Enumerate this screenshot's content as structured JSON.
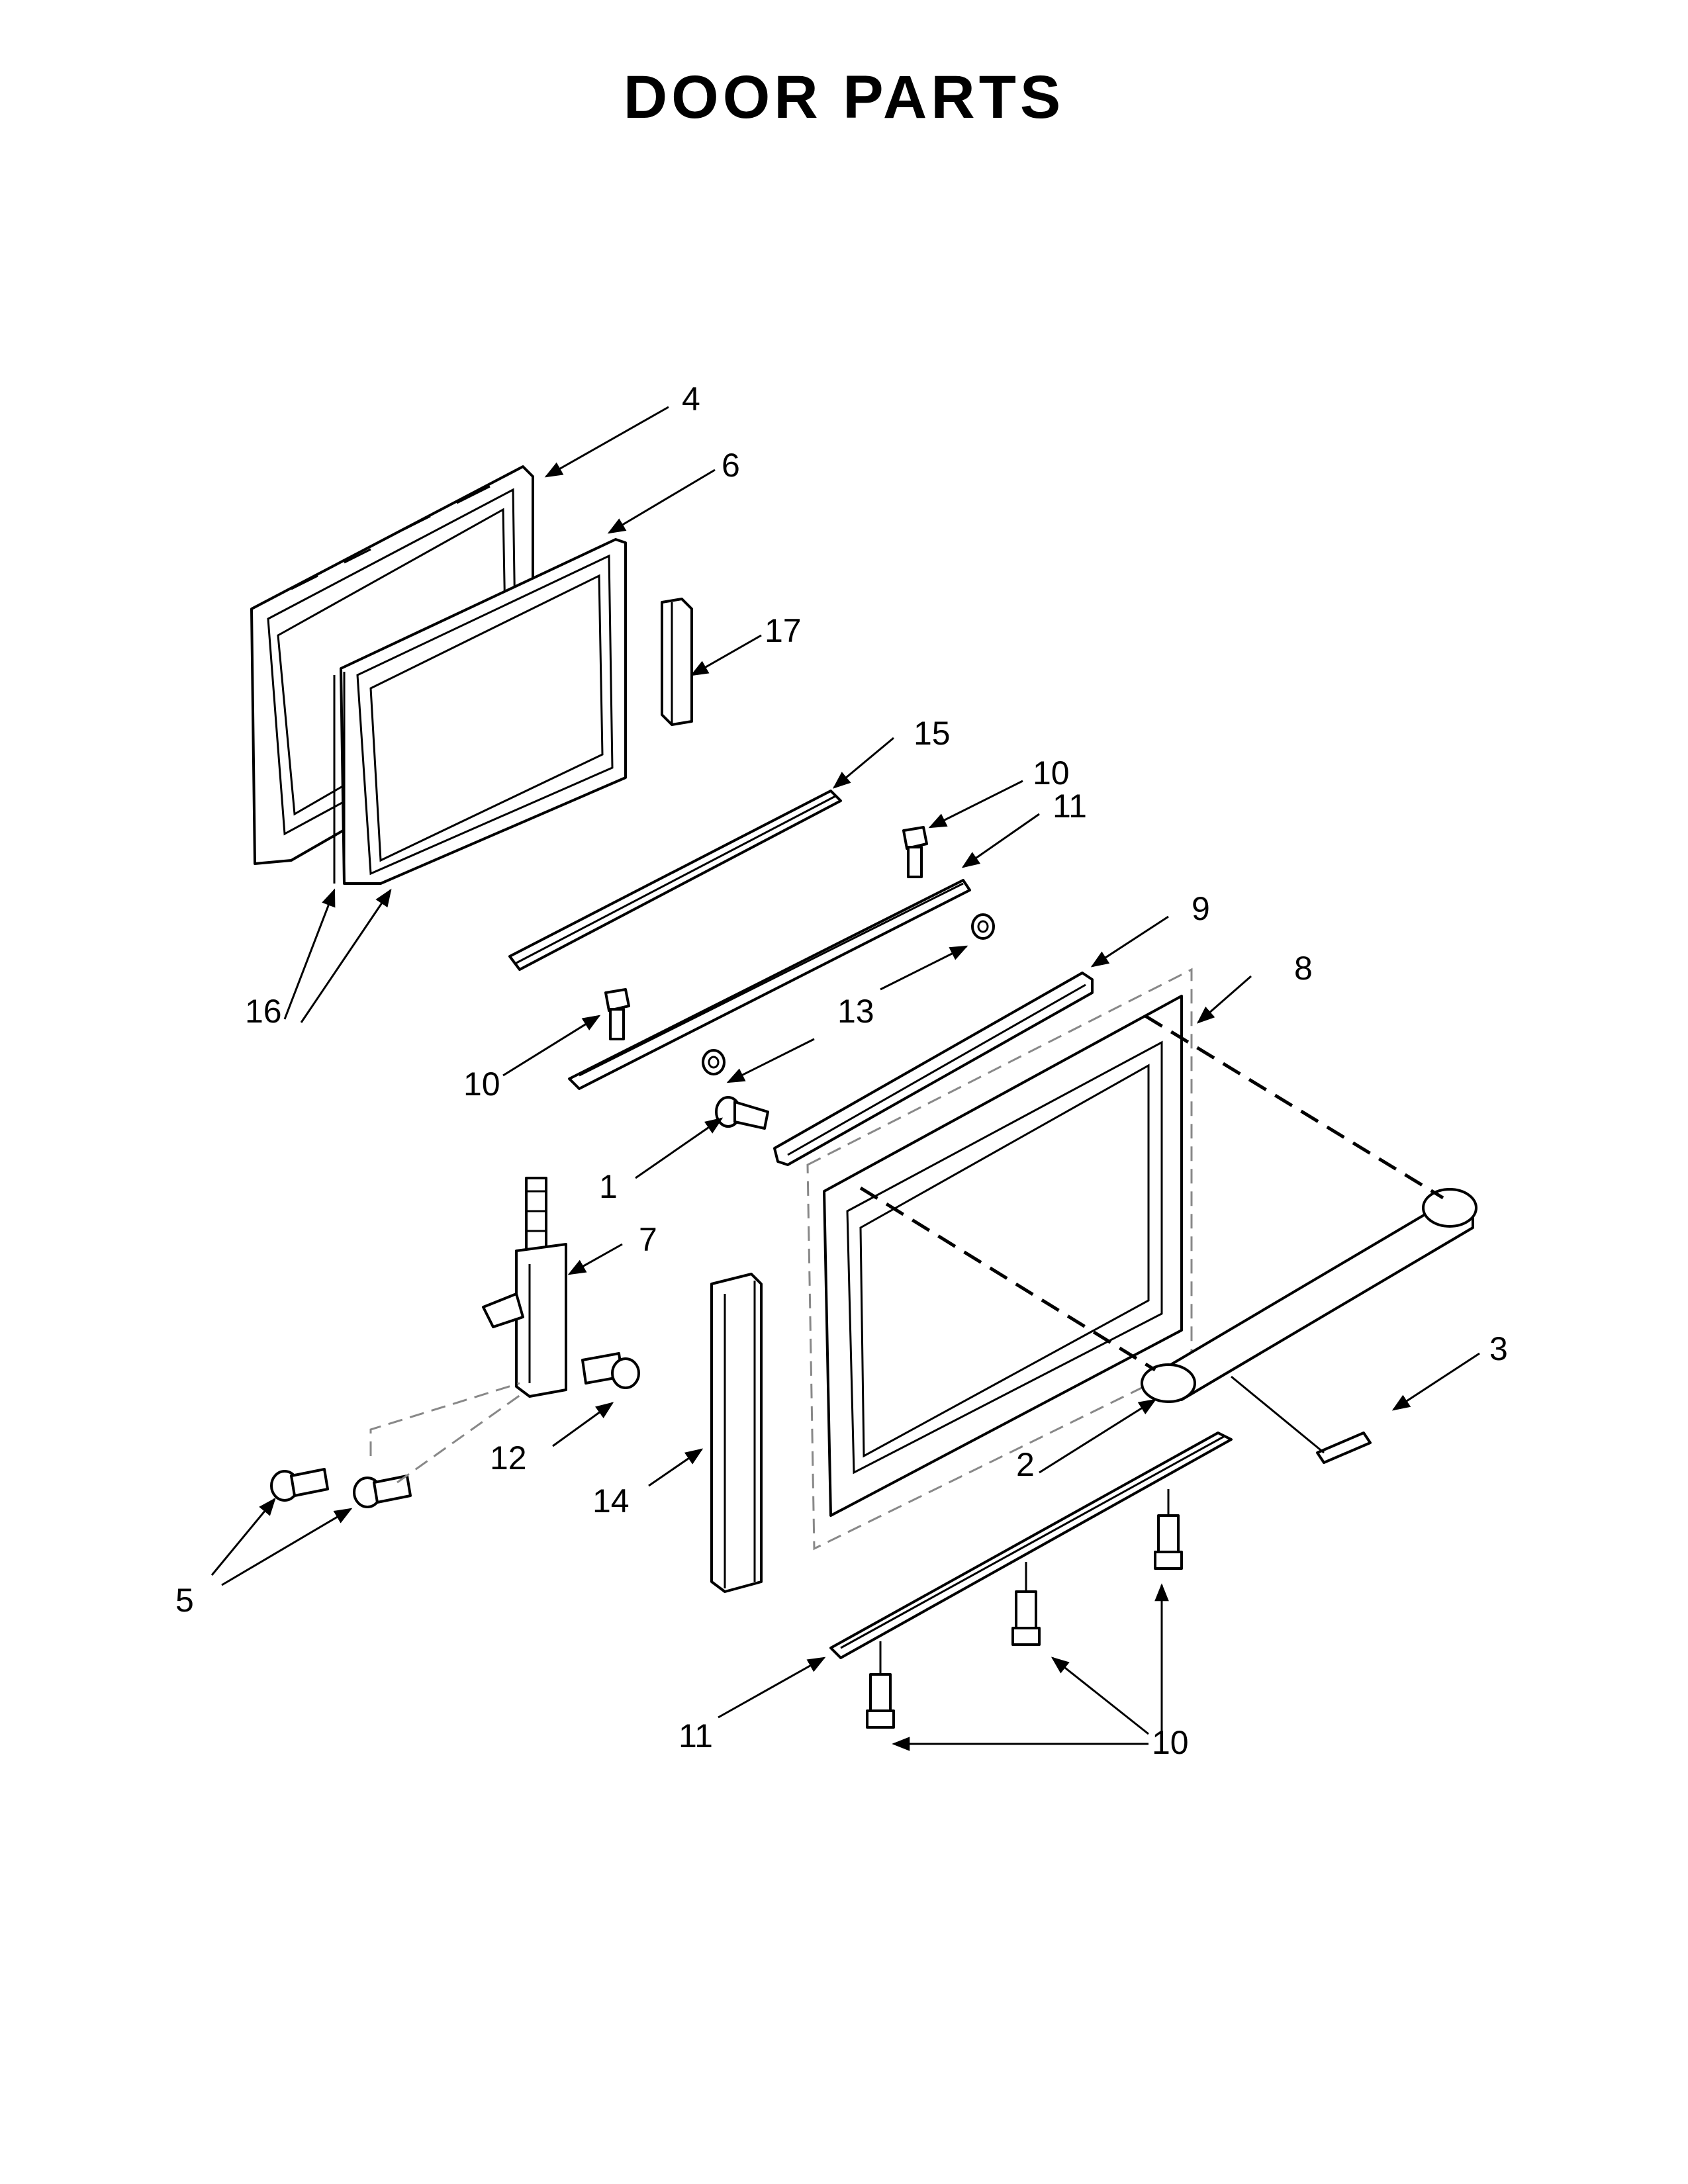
{
  "title": "DOOR PARTS",
  "callouts": {
    "c1": "1",
    "c2": "2",
    "c3": "3",
    "c4": "4",
    "c5": "5",
    "c6": "6",
    "c7": "7",
    "c8": "8",
    "c9": "9",
    "c10a": "10",
    "c10b": "10",
    "c10c": "10",
    "c11a": "11",
    "c11b": "11",
    "c12": "12",
    "c13": "13",
    "c14": "14",
    "c15": "15",
    "c16": "16",
    "c17": "17"
  }
}
